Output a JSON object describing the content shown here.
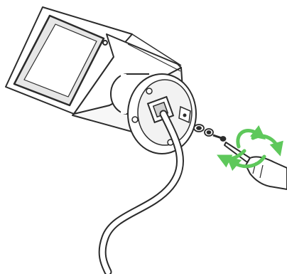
{
  "diagram": {
    "subject": "camera-mount-installation",
    "parts": [
      "camera-housing",
      "lens-window",
      "mounting-base",
      "cable",
      "screw",
      "lock-washer",
      "nut",
      "screwdriver"
    ],
    "action": "tighten-screw-with-screwdriver",
    "colors": {
      "line": "#2b2b2b",
      "fill_light": "#ffffff",
      "fill_dark": "#d9d9d9",
      "arrow": "#5ec85b"
    }
  }
}
